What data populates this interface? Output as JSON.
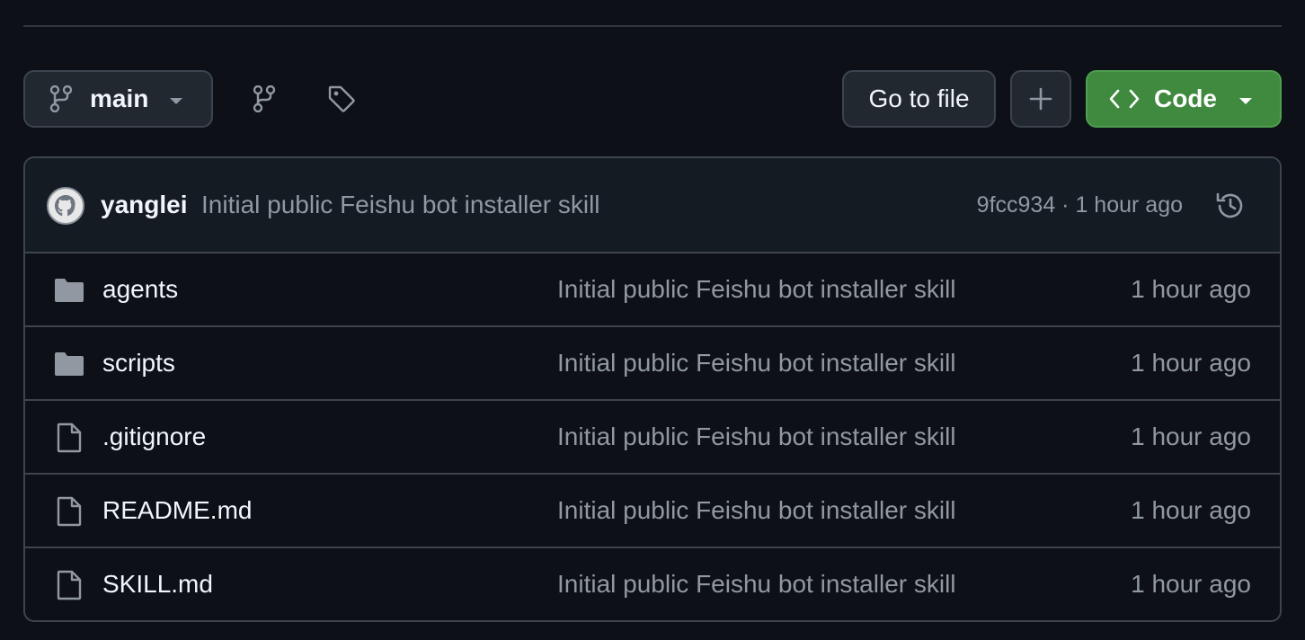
{
  "toolbar": {
    "branch_label": "main",
    "goto_label": "Go to file",
    "code_label": "Code"
  },
  "commit": {
    "author": "yanglei",
    "message": "Initial public Feishu bot installer skill",
    "sha": "9fcc934",
    "separator": " · ",
    "time": "1 hour ago"
  },
  "files": [
    {
      "name": "agents",
      "type": "folder",
      "message": "Initial public Feishu bot installer skill",
      "time": "1 hour ago"
    },
    {
      "name": "scripts",
      "type": "folder",
      "message": "Initial public Feishu bot installer skill",
      "time": "1 hour ago"
    },
    {
      "name": ".gitignore",
      "type": "file",
      "message": "Initial public Feishu bot installer skill",
      "time": "1 hour ago"
    },
    {
      "name": "README.md",
      "type": "file",
      "message": "Initial public Feishu bot installer skill",
      "time": "1 hour ago"
    },
    {
      "name": "SKILL.md",
      "type": "file",
      "message": "Initial public Feishu bot installer skill",
      "time": "1 hour ago"
    }
  ],
  "colors": {
    "background": "#0d1117",
    "border": "#3d444d",
    "code_button": "#3f8a3f",
    "muted_text": "#9198a1"
  },
  "icons": {
    "branch": "git-branch-icon",
    "tag": "tag-icon",
    "plus": "plus-icon",
    "code": "code-icon",
    "history": "history-icon",
    "folder": "folder-icon",
    "file": "file-icon"
  }
}
